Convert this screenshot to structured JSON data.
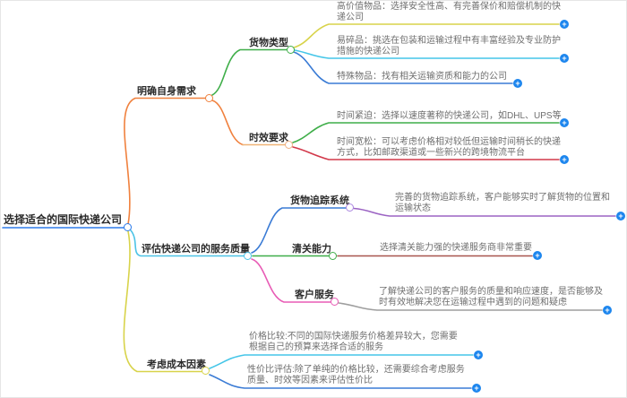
{
  "canvas": {
    "background": "#ffffff"
  },
  "icons": {
    "expand_glyph": "+",
    "expand_color": "#1d86ee"
  },
  "root": {
    "label": "选择适合的国际快递公司",
    "color": "#2e7ceb",
    "handle_color": "#2e7ceb"
  },
  "branches": [
    {
      "label": "明确自身需求",
      "color": "#f0813e",
      "handle_color": "#f0813e",
      "children": [
        {
          "label": "货物类型",
          "color": "#3fae49",
          "handle_color": "#3fae49",
          "leaves": [
            {
              "text": "高价值物品：选择安全性高、有完善保价和赔偿机制的快递公司",
              "color": "#d8d34a"
            },
            {
              "text": "易碎品：挑选在包装和运输过程中有丰富经验及专业防护措施的快递公司",
              "color": "#45c6e8"
            },
            {
              "text": "特殊物品：找有相关运输资质和能力的公司",
              "color": "#3a7bd5"
            }
          ]
        },
        {
          "label": "时效要求",
          "color": "#efb377",
          "handle_color": "#f0b183",
          "leaves": [
            {
              "text": "时间紧迫：选择以速度著称的快递公司，如DHL、UPS等",
              "color": "#3fae49"
            },
            {
              "text": "时间宽松：可以考虑价格相对较低但运输时间稍长的快递方式，比如邮政渠道或一些新兴的跨境物流平台",
              "color": "#d2384a"
            }
          ]
        }
      ]
    },
    {
      "label": "评估快递公司的服务质量",
      "color": "#4cc3e6",
      "handle_color": "#4cc3e6",
      "children": [
        {
          "label": "货物追踪系统",
          "color": "#3a7bd5",
          "handle_color": "#ab87e0",
          "leaves": [
            {
              "text": "完善的货物追踪系统，客户能够实时了解货物的位置和运输状态",
              "color": "#9b63c3"
            }
          ]
        },
        {
          "label": "清关能力",
          "color": "#3fae49",
          "handle_color": "#3fae49",
          "leaves": [
            {
              "text": "选择清关能力强的快递服务商非常重要",
              "color": "#a8554e"
            }
          ]
        },
        {
          "label": "客户服务",
          "color": "#e85bb5",
          "handle_color": "#e85bb5",
          "leaves": [
            {
              "text": "了解快递公司的客户服务的质量和响应速度，是否能够及时有效地解决您在运输过程中遇到的问题和疑虑",
              "color": "#9e9e9e"
            }
          ]
        }
      ]
    },
    {
      "label": "考虑成本因素",
      "color": "#d8d34a",
      "handle_color": "#d8d34a",
      "leaves": [
        {
          "text": "价格比较:不同的国际快递服务价格差异较大，您需要根据自己的预算来选择合适的服务",
          "color": "#45c6e8"
        },
        {
          "text": "性价比评估:除了单纯的价格比较，还需要综合考虑服务质量、时效等因素来评估性价比",
          "color": "#3a7bd5"
        }
      ]
    }
  ]
}
